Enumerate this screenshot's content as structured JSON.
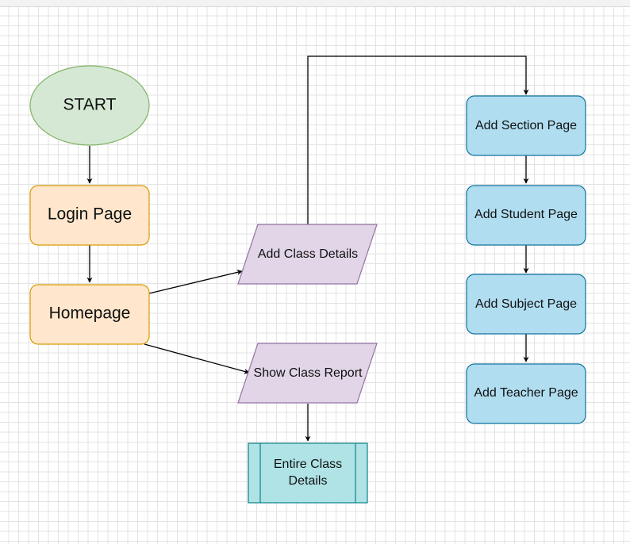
{
  "nodes": {
    "start": {
      "label": "START",
      "fill": "#d5e8d4",
      "stroke": "#82b366"
    },
    "login": {
      "label": "Login Page",
      "fill": "#ffe6cc",
      "stroke": "#d79b00"
    },
    "homepage": {
      "label": "Homepage",
      "fill": "#ffe6cc",
      "stroke": "#d79b00"
    },
    "add_class_details": {
      "label": "Add Class Details",
      "fill": "#e1d5e7",
      "stroke": "#9673a6"
    },
    "show_class_report": {
      "label": "Show Class Report",
      "fill": "#e1d5e7",
      "stroke": "#9673a6"
    },
    "entire_class_details": {
      "label_line1": "Entire Class",
      "label_line2": "Details",
      "fill": "#b0e3e6",
      "stroke": "#0e8088"
    },
    "add_section": {
      "label": "Add Section Page",
      "fill": "#b1ddf0",
      "stroke": "#10739e"
    },
    "add_student": {
      "label": "Add Student Page",
      "fill": "#b1ddf0",
      "stroke": "#10739e"
    },
    "add_subject": {
      "label": "Add Subject Page",
      "fill": "#b1ddf0",
      "stroke": "#10739e"
    },
    "add_teacher": {
      "label": "Add Teacher Page",
      "fill": "#b1ddf0",
      "stroke": "#10739e"
    }
  },
  "edges": [
    {
      "from": "START",
      "to": "Login Page"
    },
    {
      "from": "Login Page",
      "to": "Homepage"
    },
    {
      "from": "Homepage",
      "to": "Add Class Details"
    },
    {
      "from": "Homepage",
      "to": "Show Class Report"
    },
    {
      "from": "Add Class Details",
      "to": "Add Section Page"
    },
    {
      "from": "Show Class Report",
      "to": "Entire Class Details"
    },
    {
      "from": "Add Section Page",
      "to": "Add Student Page"
    },
    {
      "from": "Add Student Page",
      "to": "Add Subject Page"
    },
    {
      "from": "Add Subject Page",
      "to": "Add Teacher Page"
    }
  ]
}
